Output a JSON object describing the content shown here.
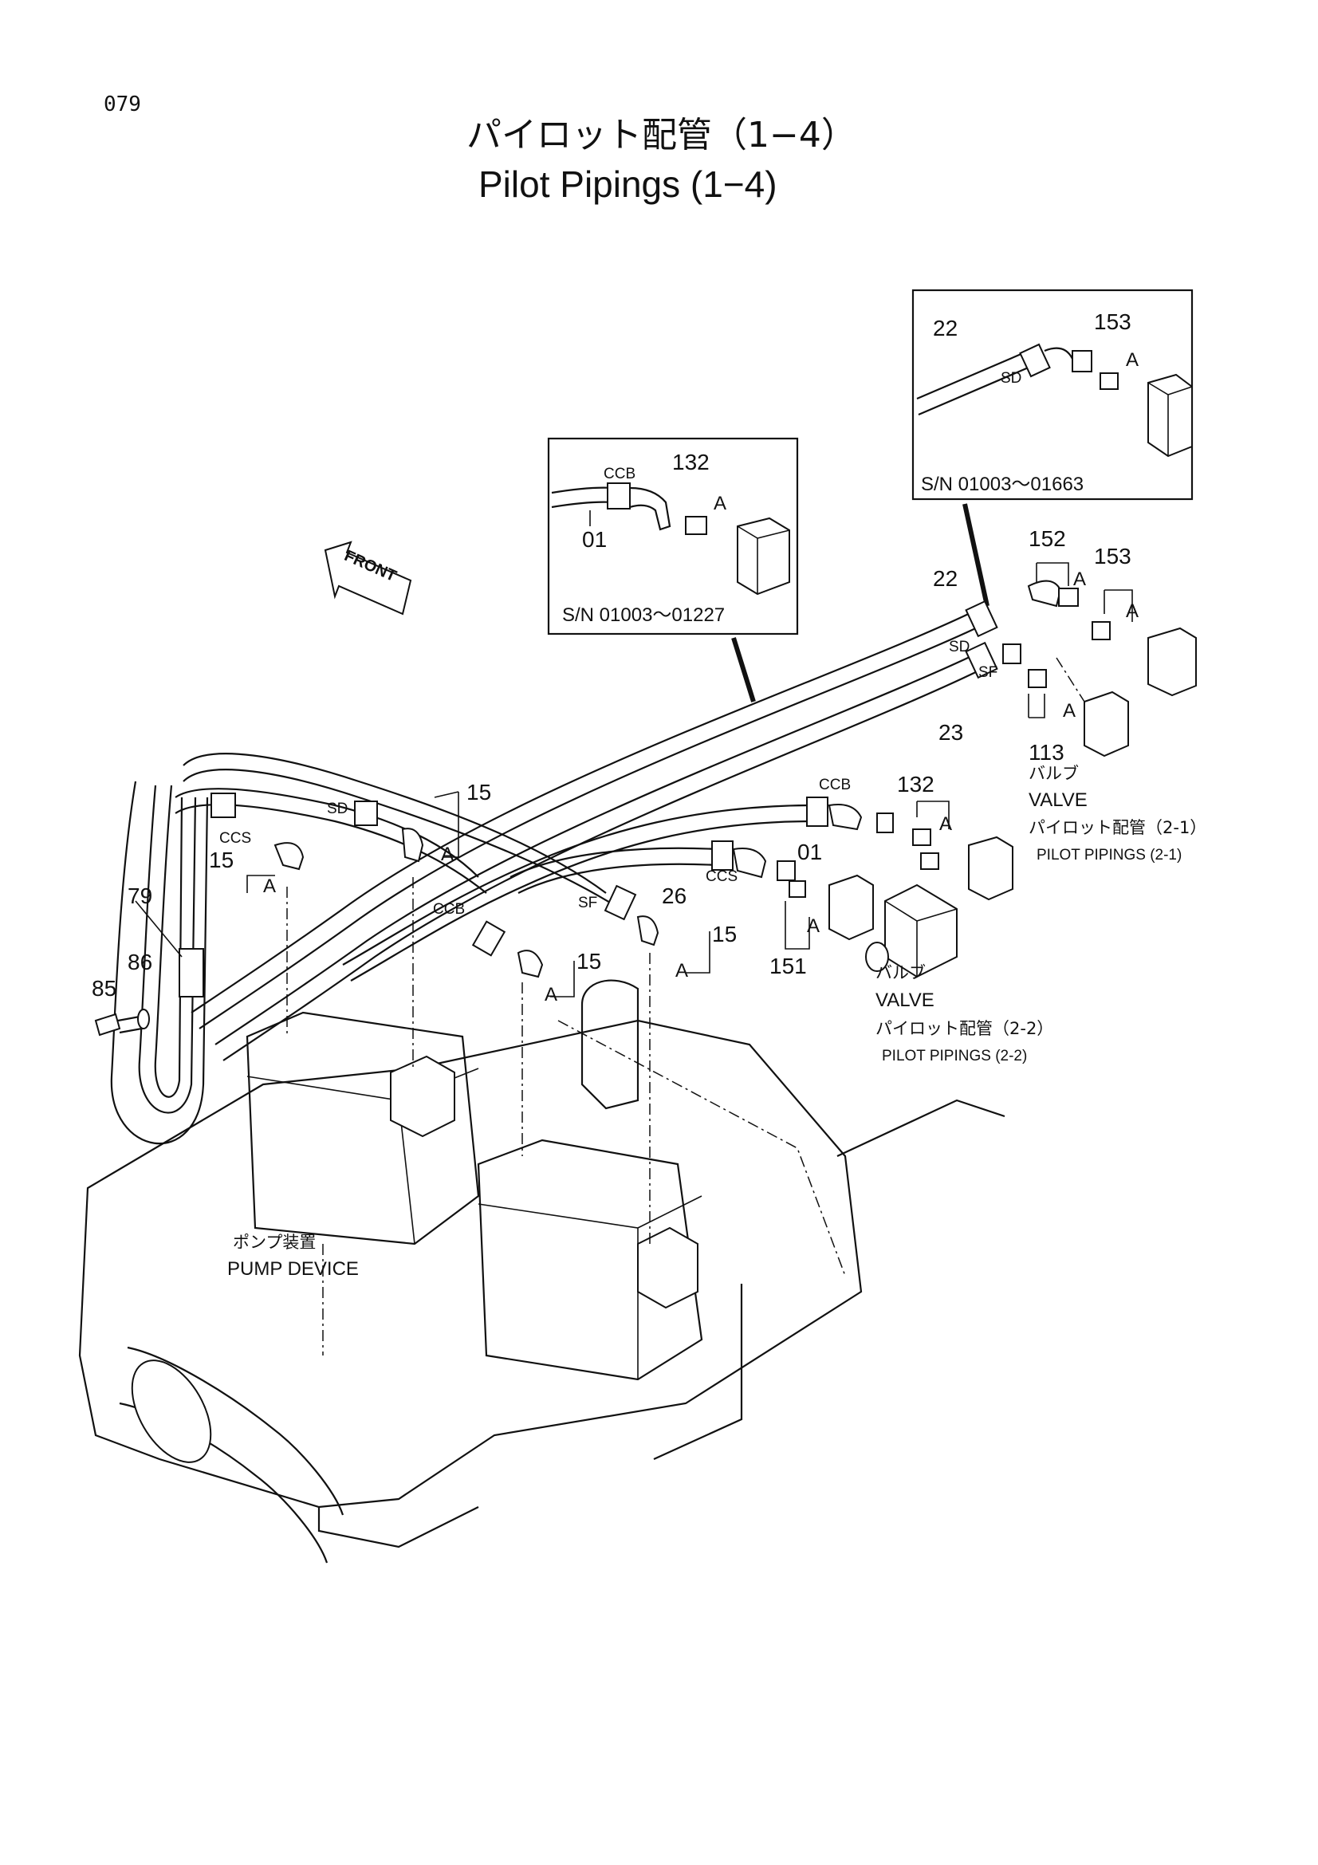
{
  "page_number": "079",
  "title_jp": "パイロット配管（1−4）",
  "title_en": "Pilot Pipings (1−4)",
  "front_label": "FRONT",
  "insets": [
    {
      "serial": "S/N 01003～01227",
      "parts": [
        "CCB",
        "132",
        "A",
        "01"
      ]
    },
    {
      "serial": "S/N 01003～01663",
      "parts": [
        "22",
        "153",
        "A",
        "SD"
      ]
    }
  ],
  "callouts": {
    "p22": "22",
    "p152": "152",
    "p153": "153",
    "pA1": "A",
    "pA2": "A",
    "sd1": "SD",
    "sf1": "SF",
    "p23": "23",
    "p113": "113",
    "pA3": "A",
    "ccb1": "CCB",
    "p132": "132",
    "pA4": "A",
    "p01": "01",
    "ccs1": "CCS",
    "p26": "26",
    "p151": "151",
    "pA5": "A",
    "sd2": "SD",
    "p15a": "15",
    "pA6": "A",
    "ccs2": "CCS",
    "p15b": "15",
    "pA7": "A",
    "p79": "79",
    "p86": "86",
    "p85": "85",
    "sf2": "SF",
    "ccb2": "CCB",
    "p15c": "15",
    "pA8": "A",
    "p15d": "15",
    "pA9": "A"
  },
  "valve_refs": [
    {
      "jp": "バルブ",
      "en": "VALVE",
      "ref_jp": "パイロット配管（2-1）",
      "ref_en": "PILOT PIPINGS (2-1)"
    },
    {
      "jp": "バルブ",
      "en": "VALVE",
      "ref_jp": "パイロット配管（2-2）",
      "ref_en": "PILOT PIPINGS (2-2)"
    }
  ],
  "pump_jp": "ポンプ装置",
  "pump_en": "PUMP DEVICE"
}
